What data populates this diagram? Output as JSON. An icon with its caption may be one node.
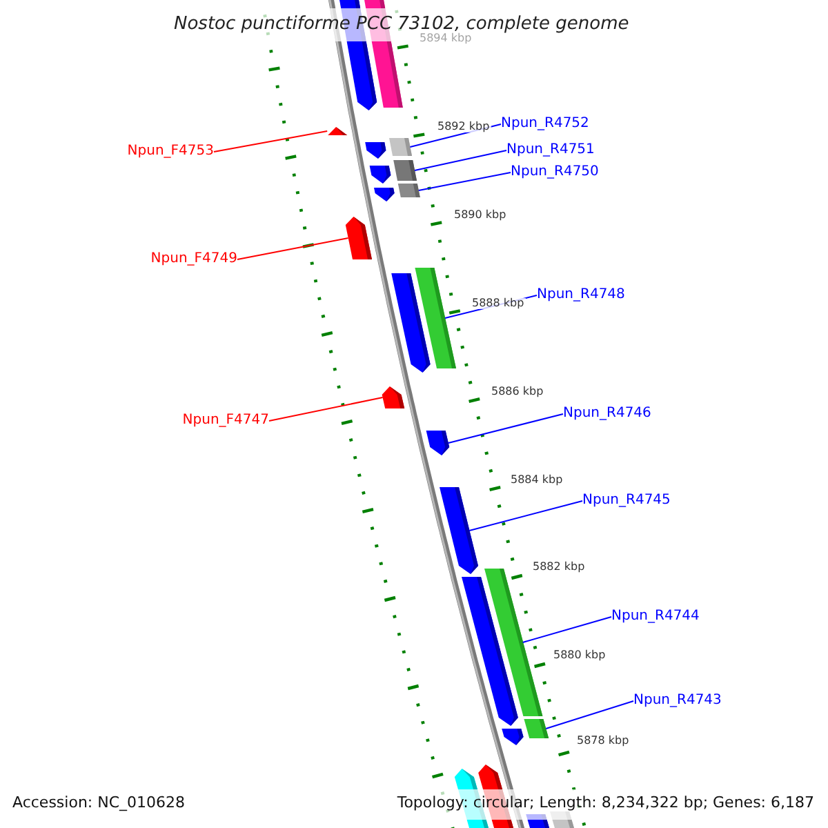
{
  "diagram": {
    "title": "Nostoc punctiforme PCC 73102, complete genome",
    "nodes": [
      {
        "text": [
          "Npun_R4752"
        ]
      },
      {
        "text": [
          "Npun_F4753"
        ]
      },
      {
        "text": [
          "Npun_R4751"
        ]
      },
      {
        "text": [
          "Npun_R4750"
        ]
      },
      {
        "text": [
          "Npun_F4749"
        ]
      },
      {
        "text": [
          "Npun_R4748"
        ]
      },
      {
        "text": [
          "Npun_F4747"
        ]
      },
      {
        "text": [
          "Npun_R4746"
        ]
      },
      {
        "text": [
          "Npun_R4745"
        ]
      },
      {
        "text": [
          "Npun_R4744"
        ]
      },
      {
        "text": [
          "Npun_R4743"
        ]
      },
      {
        "text": [],
        "shape": "arrow"
      },
      {
        "text": [],
        "shape": "bar"
      },
      {
        "text": [],
        "shape": "arrow"
      },
      {
        "text": [],
        "shape": "bar"
      },
      {
        "text": [],
        "shape": "arrow"
      },
      {
        "text": [],
        "shape": "bar"
      },
      {
        "text": [],
        "shape": "arrow"
      },
      {
        "text": [],
        "shape": "bar"
      },
      {
        "text": [],
        "shape": "arrow"
      },
      {
        "text": [],
        "shape": "arrow"
      },
      {
        "text": [],
        "shape": "bar"
      },
      {
        "text": [],
        "shape": "arrow"
      },
      {
        "text": [],
        "shape": "arrow"
      },
      {
        "text": [],
        "shape": "arrow"
      },
      {
        "text": [],
        "shape": "arrow"
      },
      {
        "text": [],
        "shape": "bar"
      },
      {
        "text": [],
        "shape": "arrow"
      },
      {
        "text": [],
        "shape": "bar"
      },
      {
        "text": [],
        "shape": "arrow"
      },
      {
        "text": [],
        "shape": "arrow"
      },
      {
        "text": [],
        "shape": "arrow"
      },
      {
        "text": [],
        "shape": "bar"
      },
      {
        "text": [],
        "shape": "arrow"
      }
    ],
    "edges": [
      {
        "from": 0,
        "to": 14,
        "arrow": "none"
      },
      {
        "from": 1,
        "to": 13,
        "arrow": "none",
        "color": "#ff0000"
      },
      {
        "from": 2,
        "to": 16,
        "arrow": "none"
      },
      {
        "from": 3,
        "to": 18,
        "arrow": "none"
      },
      {
        "from": 4,
        "to": 20,
        "arrow": "none",
        "color": "#ff0000"
      },
      {
        "from": 5,
        "to": 21,
        "arrow": "none"
      },
      {
        "from": 6,
        "to": 23,
        "arrow": "none",
        "color": "#ff0000"
      },
      {
        "from": 7,
        "to": 24,
        "arrow": "none"
      },
      {
        "from": 8,
        "to": 25,
        "arrow": "none"
      },
      {
        "from": 9,
        "to": 26,
        "arrow": "none"
      },
      {
        "from": 10,
        "to": 28,
        "arrow": "none"
      }
    ],
    "labels": [
      "5894 kbp",
      "5892 kbp",
      "5890 kbp",
      "5888 kbp",
      "5886 kbp",
      "5884 kbp",
      "5882 kbp",
      "5880 kbp",
      "5878 kbp",
      "Accession: NC_010628",
      "Topology: circular; Length: 8,234,322 bp; Genes: 6,187"
    ]
  }
}
